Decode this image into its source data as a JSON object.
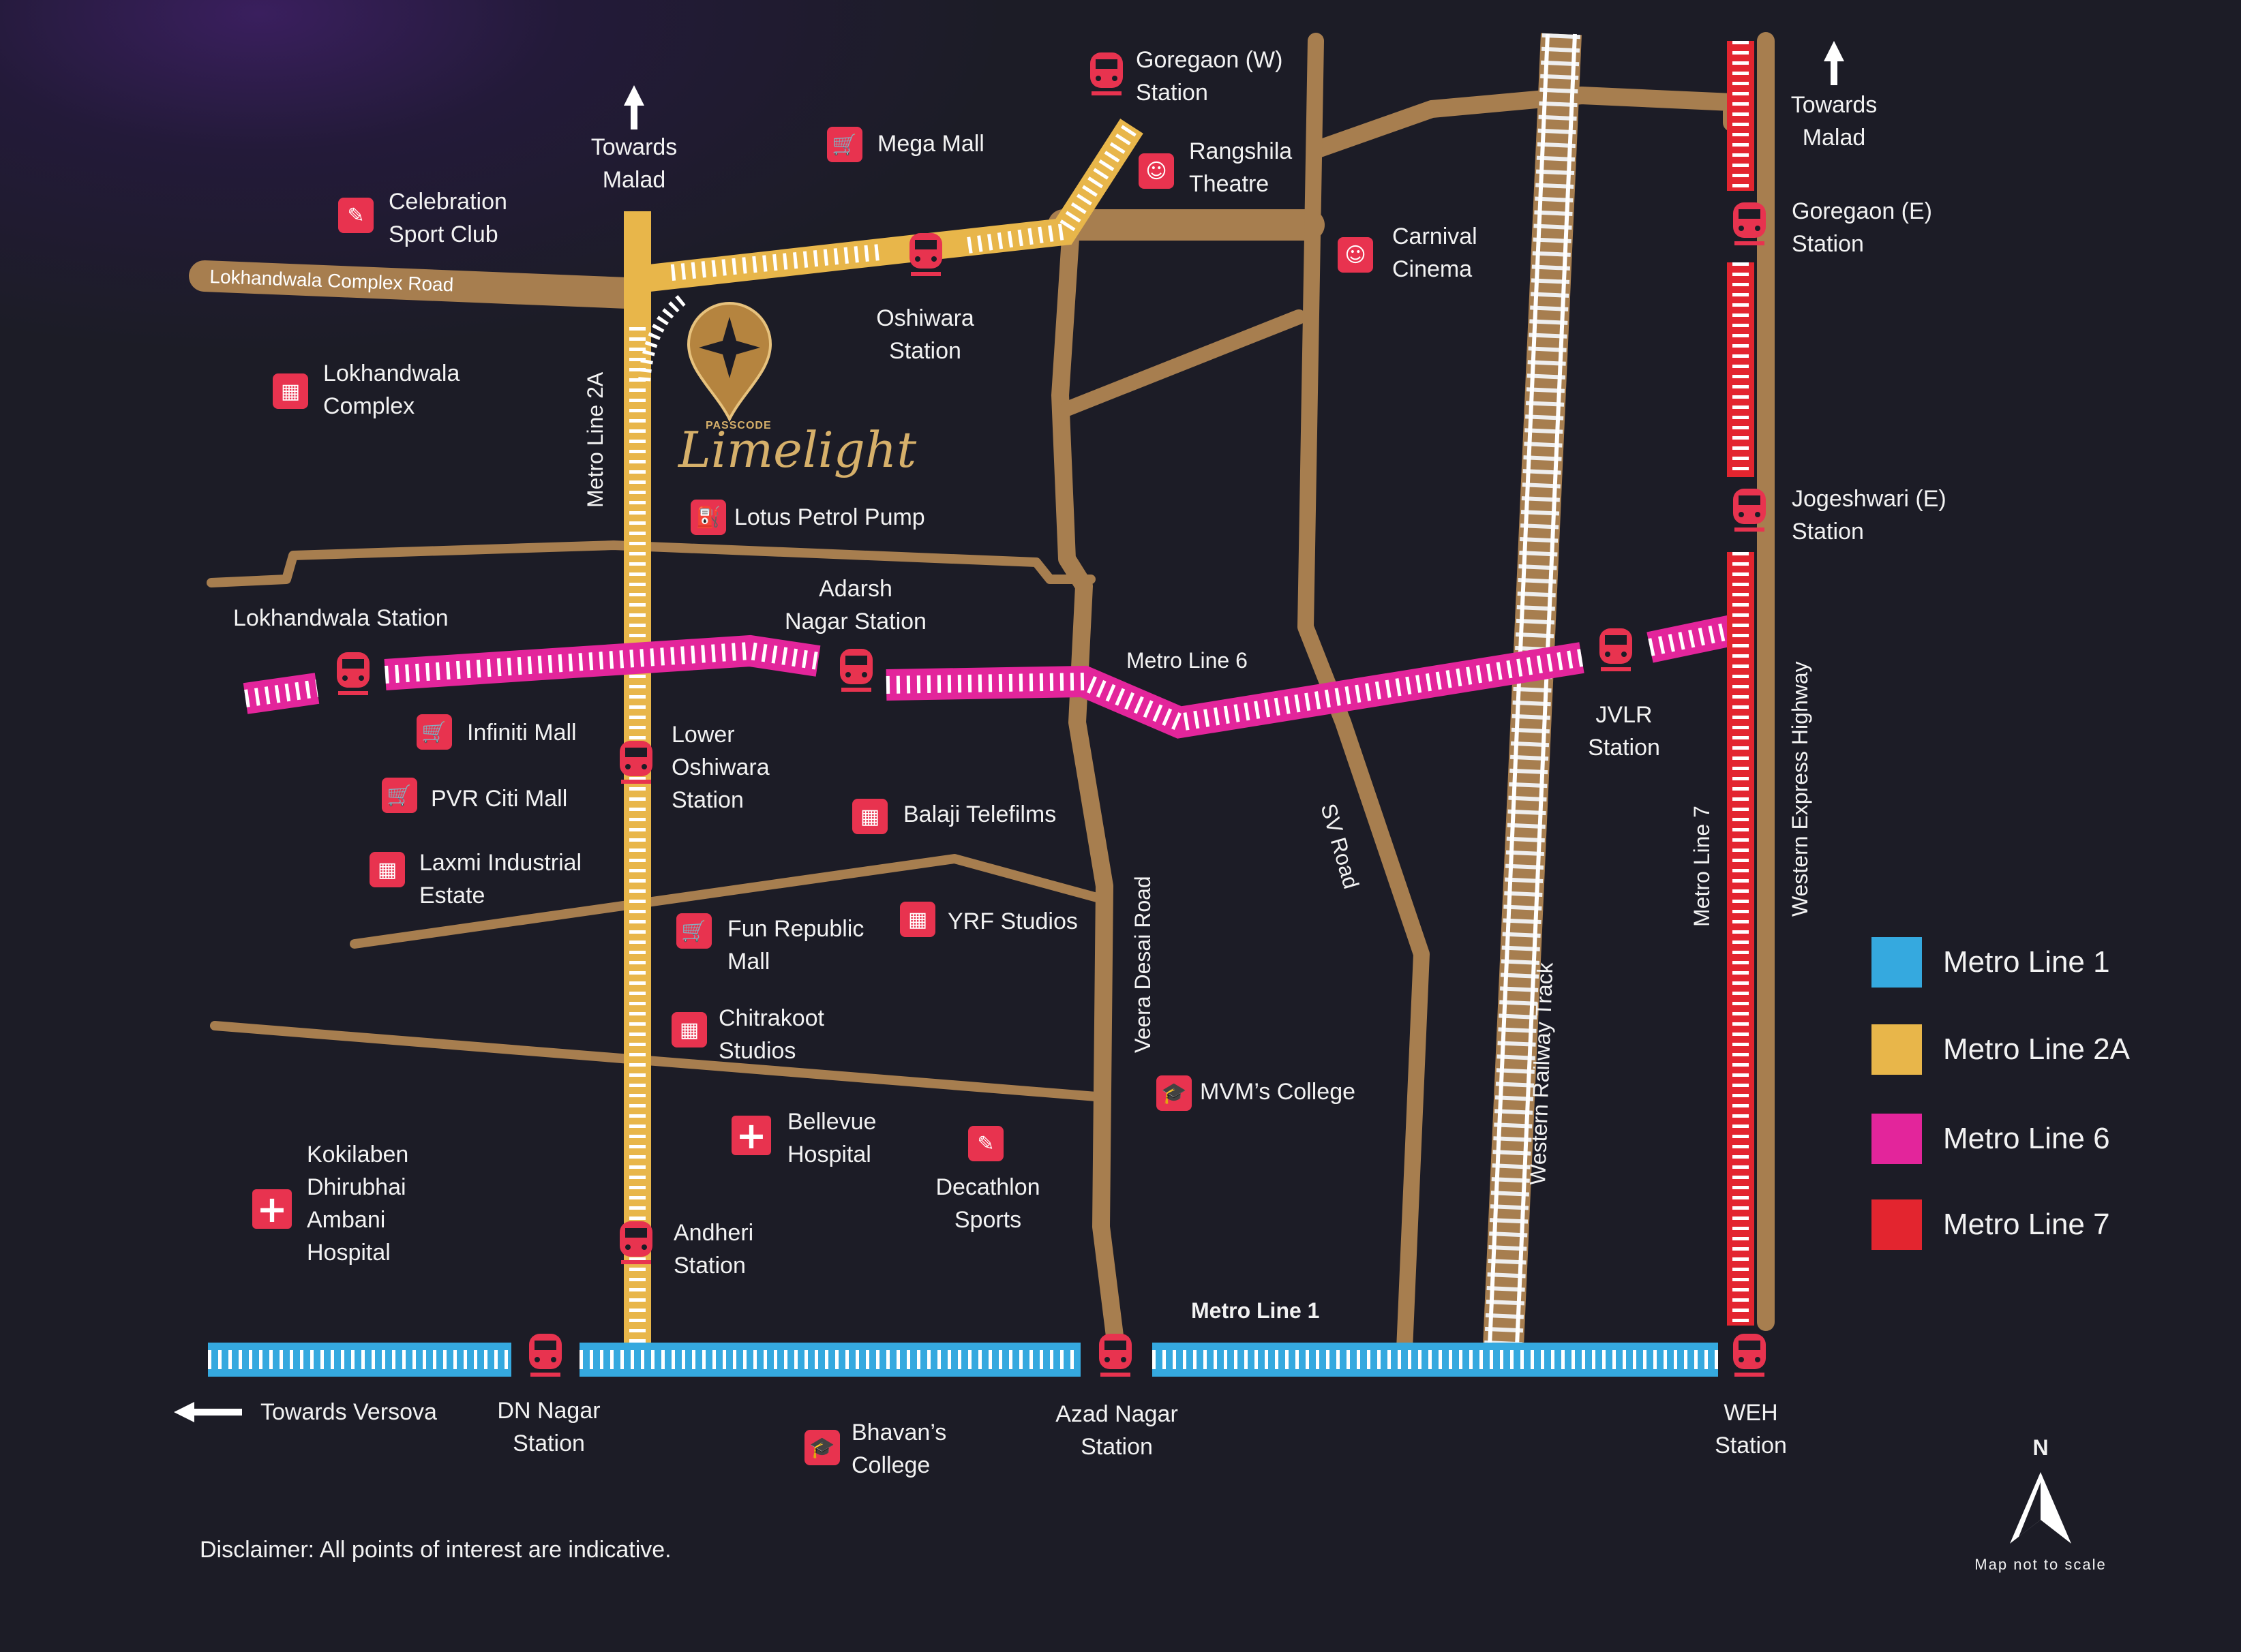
{
  "colors": {
    "background": "#1c1c26",
    "road": "#a77e4f",
    "metro_line_1": "#35a9df",
    "metro_line_2a": "#e8b64a",
    "metro_line_6": "#e3259b",
    "metro_line_7": "#e3252f",
    "poi_icon": "#e8334f"
  },
  "project": {
    "brand": "PASSCODE",
    "name": "Limelight"
  },
  "roads": {
    "lokhandwala_complex_road": "Lokhandwala Complex Road",
    "veera_desai_road": "Veera Desai Road",
    "sv_road": "SV Road",
    "western_railway_track": "Western Railway Track",
    "western_express_highway": "Western  Express Highway"
  },
  "metro_labels": {
    "line_2a": "Metro Line 2A",
    "line_6": "Metro Line 6",
    "line_7": "Metro Line 7",
    "line_1": "Metro Line 1"
  },
  "directions": {
    "towards_malad_left": "Towards\nMalad",
    "towards_malad_right": "Towards\nMalad",
    "towards_versova": "Towards Versova"
  },
  "stations": {
    "goregaon_w": "Goregaon (W)\nStation",
    "oshiwara": "Oshiwara\nStation",
    "goregaon_e": "Goregaon (E)\nStation",
    "jogeshwari_e": "Jogeshwari (E)\nStation",
    "adarsh_nagar": "Adarsh\nNagar Station",
    "lokhandwala": "Lokhandwala Station",
    "lower_oshiwara": "Lower\nOshiwara\nStation",
    "jvlr": "JVLR\nStation",
    "andheri": "Andheri\nStation",
    "dn_nagar": "DN Nagar\nStation",
    "azad_nagar": "Azad Nagar\nStation",
    "weh": "WEH\nStation"
  },
  "pois": {
    "mega_mall": "Mega Mall",
    "rangshila": "Rangshila\nTheatre",
    "celebration": "Celebration\nSport Club",
    "carnival": "Carnival\nCinema",
    "lokhandwala_complex": "Lokhandwala\nComplex",
    "lotus_petrol": "Lotus Petrol Pump",
    "infiniti": "Infiniti Mall",
    "pvr": "PVR Citi Mall",
    "balaji": "Balaji Telefilms",
    "laxmi": "Laxmi Industrial\nEstate",
    "fun_republic": "Fun Republic\nMall",
    "yrf": "YRF Studios",
    "chitrakoot": "Chitrakoot\nStudios",
    "mvm": "MVM’s College",
    "bellevue": "Bellevue\nHospital",
    "decathlon": "Decathlon\nSports",
    "kokilaben": "Kokilaben\nDhirubhai\nAmbani\nHospital",
    "bhavans": "Bhavan’s\nCollege"
  },
  "legend": [
    {
      "label": "Metro Line  1",
      "color": "#35a9df"
    },
    {
      "label": "Metro Line 2A",
      "color": "#e8b64a"
    },
    {
      "label": "Metro Line 6",
      "color": "#e3259b"
    },
    {
      "label": "Metro Line 7",
      "color": "#e3252f"
    }
  ],
  "compass": {
    "north": "N",
    "note": "Map not to scale"
  },
  "disclaimer": "Disclaimer:  All points of interest are indicative."
}
